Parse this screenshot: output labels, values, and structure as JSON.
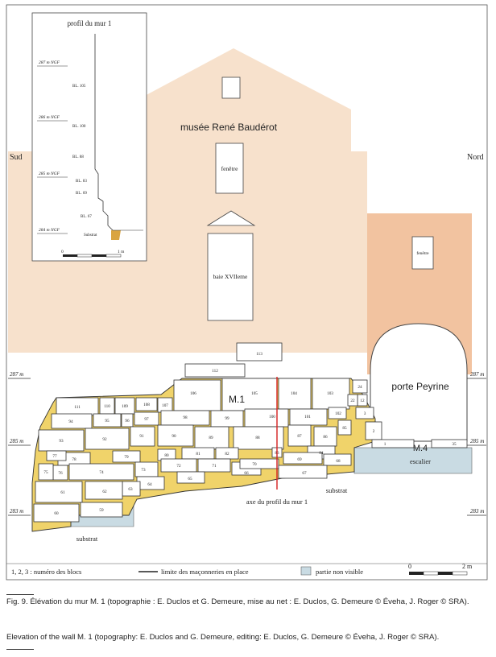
{
  "colors": {
    "museum_fill": "#f7e1cc",
    "porte_fill": "#f2c3a0",
    "mortar_fill": "#f0d36a",
    "hidden_fill": "#c9dbe3",
    "profile_line": "#d42020"
  },
  "labels": {
    "sud": "Sud",
    "nord": "Nord",
    "musee": "musée René Baudérot",
    "fenetre": "fenêtre",
    "fenetre_porte": "fenêtre",
    "baie": "baie XVIIeme",
    "porte": "porte Peyrine",
    "m1": "M.1",
    "m4": "M.4",
    "escalier": "escalier",
    "substrat_top": "substrat",
    "substrat_bottom": "substrat",
    "axe": "axe du profil du mur 1",
    "level_287": "287 m",
    "level_285": "285 m",
    "level_283": "283 m"
  },
  "profile": {
    "title": "profil du mur 1",
    "levels": [
      "287 m NGF",
      "286 m NGF",
      "285 m NGF",
      "284 m NGF"
    ],
    "blocks": [
      "BL. 105",
      "BL. 100",
      "BL. 88",
      "BL. 83",
      "BL. 69",
      "BL. 67"
    ],
    "substrat": "Substrat",
    "scale_start": "0",
    "scale_end": "1 m"
  },
  "blocks": [
    "113",
    "112",
    "111",
    "110",
    "109",
    "108",
    "107",
    "106",
    "105",
    "104",
    "103",
    "24",
    "12",
    "3",
    "2",
    "1",
    "35",
    "94",
    "95",
    "96",
    "97",
    "98",
    "99",
    "100",
    "101",
    "102",
    "22",
    "93",
    "92",
    "91",
    "90",
    "89",
    "88",
    "87",
    "86",
    "85",
    "81",
    "82",
    "84",
    "80",
    "79",
    "78",
    "77",
    "76",
    "75",
    "74",
    "73",
    "72",
    "71",
    "66",
    "70",
    "83",
    "69",
    "68",
    "67",
    "65",
    "64",
    "63",
    "62",
    "61",
    "60",
    "59"
  ],
  "legend": {
    "blocks": "1, 2, 3 : numéro des blocs",
    "limit": "limite des maçonneries en place",
    "hidden": "partie non visible",
    "scale_start": "0",
    "scale_end": "2 m"
  },
  "caption": {
    "fr": "Fig. 9. Élévation du mur M. 1 (topographie : E. Duclos et G. Demeure, mise au net : E. Duclos, G. Demeure © Éveha, J. Roger © SRA).",
    "en": "Elevation of the wall M. 1 (topography: E. Duclos and G. Demeure, editing: E. Duclos, G. Demeure © Éveha, J. Roger © SRA)."
  }
}
